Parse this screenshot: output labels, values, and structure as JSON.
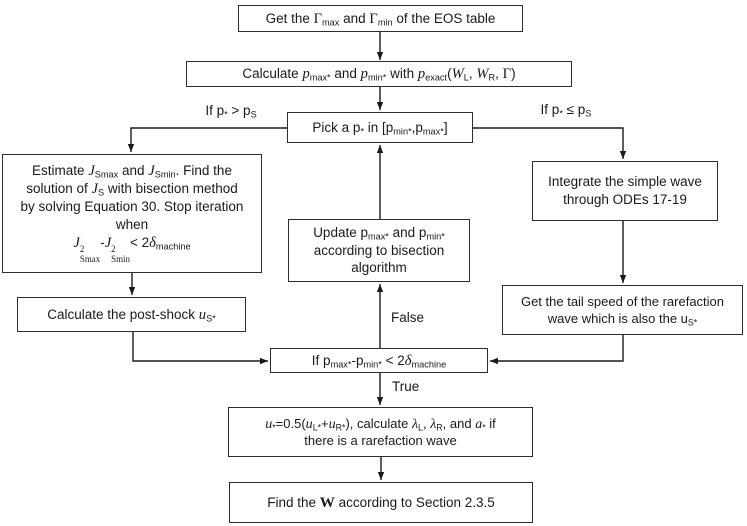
{
  "diagram": {
    "nodes": {
      "get_gamma": {
        "text": "Get the @{Γ}_{max} and @{Γ}_{min} of the EOS table"
      },
      "calc_p": {
        "text": "Calculate ${p}_{max*} and ${p}_{min*} with ${p}_{exact}(${W}_{L}, ${W}_{R}, @{Γ})"
      },
      "pick_p": {
        "text": "Pick a p_{*} in [p_{min*},p_{max*}]"
      },
      "estimate_j": {
        "text": "Estimate ${J}_{Smax} and ${J}_{Smin}. Find the\nsolution of ${J}_{S} with bisection method\nby solving Equation 30. Stop iteration\nwhen\n${J}%{2|Smax}-${J}%{2|Smin}< 2${δ}_{machine}"
      },
      "update_p": {
        "text": "Update p_{max*} and p_{min*}\naccording to bisection\nalgorithm"
      },
      "integrate": {
        "text": "Integrate the simple wave\nthrough ODEs 17-19"
      },
      "post_shock": {
        "text": "Calculate the post-shock ${u}_{S*}"
      },
      "tail_speed": {
        "text": "Get the tail speed of the rarefaction\nwave which is also the u_{S*}"
      },
      "decision": {
        "text": "If p_{max*}-p_{min*} < 2${δ}_{machine}"
      },
      "u_star": {
        "text": "${u}_{*}=0.5(${u}_{L*}+${u}_{R*}), calculate ${λ}_{L}, ${λ}_{R}, and ${a}_{*} if\nthere is a rarefaction wave"
      },
      "find_w": {
        "text": "Find the #{W} according to Section 2.3.5"
      }
    },
    "labels": {
      "branch_left": "If p_{*} > p_{S}",
      "branch_right": "If p_{*} ≤ p_{S}",
      "loop_false": "False",
      "loop_true": "True"
    },
    "colors": {
      "line": "#1a1a1a",
      "box_border": "#2e2e2e",
      "background": "#ffffff",
      "text": "#1a1a1a"
    }
  }
}
